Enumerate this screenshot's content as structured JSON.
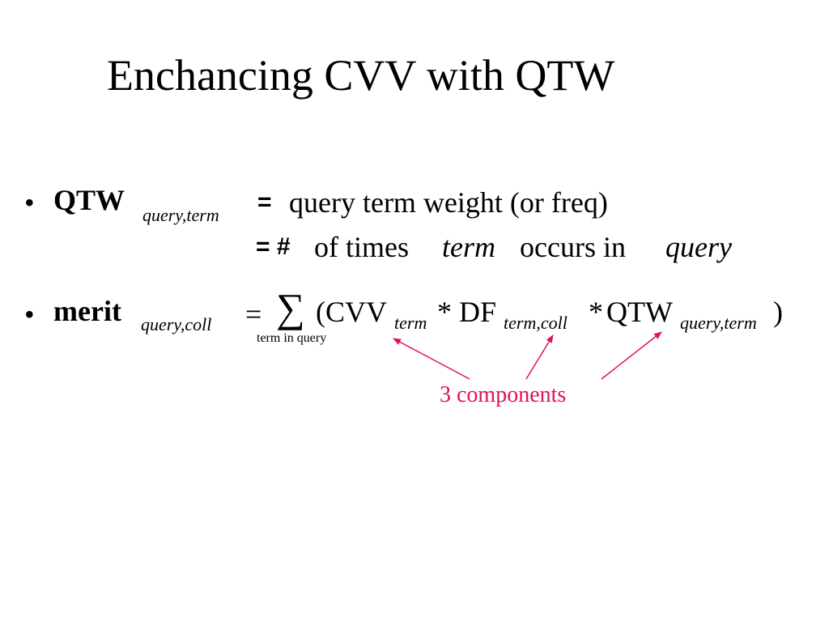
{
  "title": "Enchancing CVV with QTW",
  "bullet_glyph": "•",
  "bullet1": {
    "term": "QTW",
    "subscript": "query,term",
    "eq1": "=",
    "def1": "query term weight (or freq)",
    "eq2": "= #",
    "def2_pre": "of times",
    "def2_term": "term",
    "def2_mid": "occurs in",
    "def2_query": "query"
  },
  "bullet2": {
    "term": "merit",
    "subscript": "query,coll",
    "eq": "=",
    "sigma": "∑",
    "sigma_label": "term in query",
    "open": "(CVV",
    "cvv_sub": "term",
    "mul1": "* DF",
    "df_sub": "term,coll",
    "mul2": "*",
    "qtw": "QTW",
    "qtw_sub": "query,term",
    "close": ")"
  },
  "annotation": {
    "text": "3 components",
    "color": "#e0124f"
  }
}
